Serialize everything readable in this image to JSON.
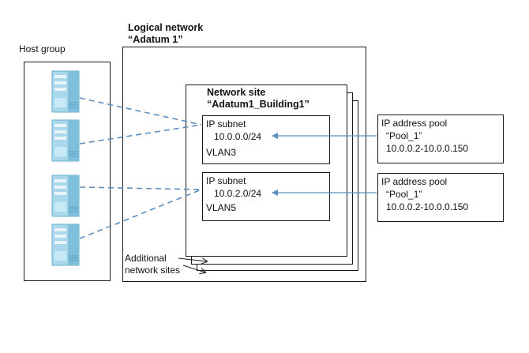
{
  "host_group": {
    "label": "Host group",
    "servers": [
      "server-icon",
      "server-icon",
      "server-icon",
      "server-icon"
    ]
  },
  "logical_network": {
    "title_line1": "Logical network",
    "title_line2": "“Adatum 1”"
  },
  "network_site": {
    "title_line1": "Network site",
    "title_line2": "“Adatum1_Building1”"
  },
  "additional_sites": {
    "line1": "Additional",
    "line2": "network sites"
  },
  "subnets": [
    {
      "heading": "IP subnet",
      "address": "10.0.0.0/24",
      "vlan": "VLAN3"
    },
    {
      "heading": "IP subnet",
      "address": "10.0.2.0/24",
      "vlan": "VLAN5"
    }
  ],
  "pools": [
    {
      "heading": "IP address pool",
      "name": "“Pool_1”",
      "range": "10.0.0.2-10.0.0.150"
    },
    {
      "heading": "IP address pool",
      "name": "“Pool_1”",
      "range": "10.0.0.2-10.0.0.150"
    }
  ],
  "colors": {
    "connector": "#5b8fc0",
    "server_body": "#9fd0e6",
    "server_dark": "#6aaecd",
    "border": "#1a1a1a"
  }
}
